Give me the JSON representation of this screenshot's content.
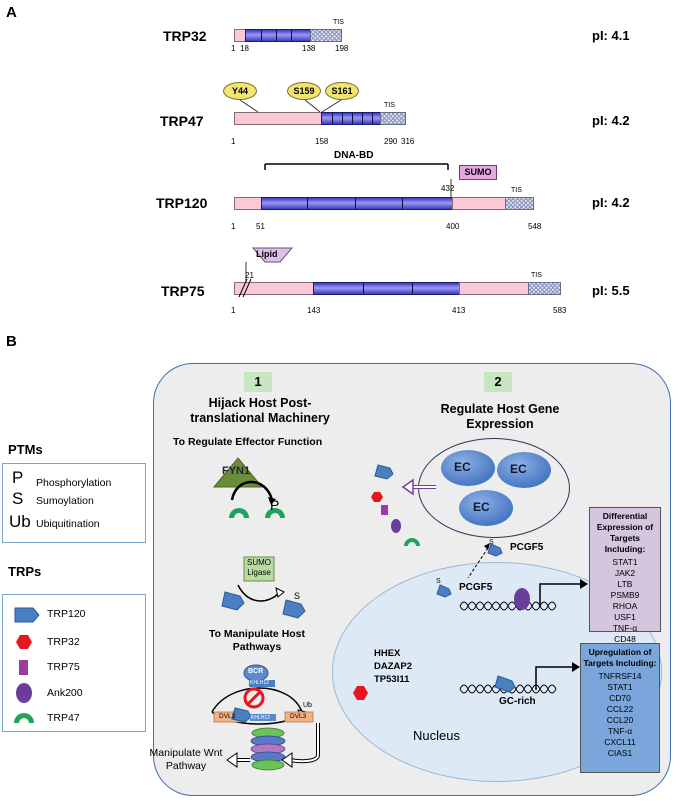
{
  "panels": {
    "a": "A",
    "b": "B"
  },
  "panel_a": {
    "proteins": [
      {
        "name": "TRP32",
        "pi": "pI: 4.1",
        "positions": [
          "1",
          "18",
          "138",
          "198"
        ],
        "tis": "TIS"
      },
      {
        "name": "TRP47",
        "pi": "pI: 4.2",
        "positions": [
          "1",
          "158",
          "290",
          "316"
        ],
        "tis": "TIS",
        "sites": [
          "Y44",
          "S159",
          "S161"
        ]
      },
      {
        "name": "TRP120",
        "pi": "pI: 4.2",
        "positions": [
          "1",
          "51",
          "400",
          "432",
          "548"
        ],
        "tis": "TIS",
        "dna_bd": "DNA-BD",
        "sumo": "SUMO"
      },
      {
        "name": "TRP75",
        "pi": "pI: 5.5",
        "positions": [
          "1",
          "21",
          "143",
          "413",
          "583"
        ],
        "tis": "TIS",
        "lipid": "Lipid"
      }
    ]
  },
  "legend": {
    "ptms_title": "PTMs",
    "ptms": [
      {
        "symbol": "P",
        "label": "Phosphorylation"
      },
      {
        "symbol": "S",
        "label": "Sumoylation"
      },
      {
        "symbol": "Ub",
        "label": "Ubiquitination"
      }
    ],
    "trps_title": "TRPs",
    "trps": [
      {
        "label": "TRP120",
        "color": "#4a7fc1",
        "icon": "pentagon-arrow-icon"
      },
      {
        "label": "TRP32",
        "color": "#e8141e",
        "icon": "hexagon-icon"
      },
      {
        "label": "TRP75",
        "color": "#9b3aa0",
        "icon": "rectangle-icon"
      },
      {
        "label": "Ank200",
        "color": "#6b3d9a",
        "icon": "oval-icon"
      },
      {
        "label": "TRP47",
        "color": "#1fa35c",
        "icon": "arc-icon"
      }
    ]
  },
  "panel_b": {
    "section1": {
      "number": "1",
      "title": "Hijack Host Post-translational Machinery",
      "subtitle1": "To Regulate Effector Function",
      "subtitle2": "To Manipulate Host Pathways",
      "fyn": "FYN1",
      "sumo_ligase": "SUMO Ligase",
      "bcr": "BCR",
      "klhl": "KHLH12",
      "dvl": "DVL3",
      "ub": "Ub",
      "wnt": "Manipulate Wnt Pathway"
    },
    "section2": {
      "number": "2",
      "title": "Regulate Host Gene Expression",
      "ec": "EC",
      "pcgf5": "PCGF5",
      "nucleus": "Nucleus",
      "genes": [
        "HHEX",
        "DAZAP2",
        "TP53I11"
      ],
      "gc_rich": "GC-rich"
    },
    "diff_box": {
      "title": "Differential Expression of Targets Including:",
      "items": [
        "STAT1",
        "JAK2",
        "LTB",
        "PSMB9",
        "RHOA",
        "USF1",
        "TNF-α",
        "CD48"
      ]
    },
    "up_box": {
      "title": "Upregulation of Targets Including:",
      "items": [
        "TNFRSF14",
        "STAT1",
        "CD70",
        "CCL22",
        "CCL20",
        "TNF-α",
        "CXCL11",
        "CIAS1"
      ]
    }
  }
}
